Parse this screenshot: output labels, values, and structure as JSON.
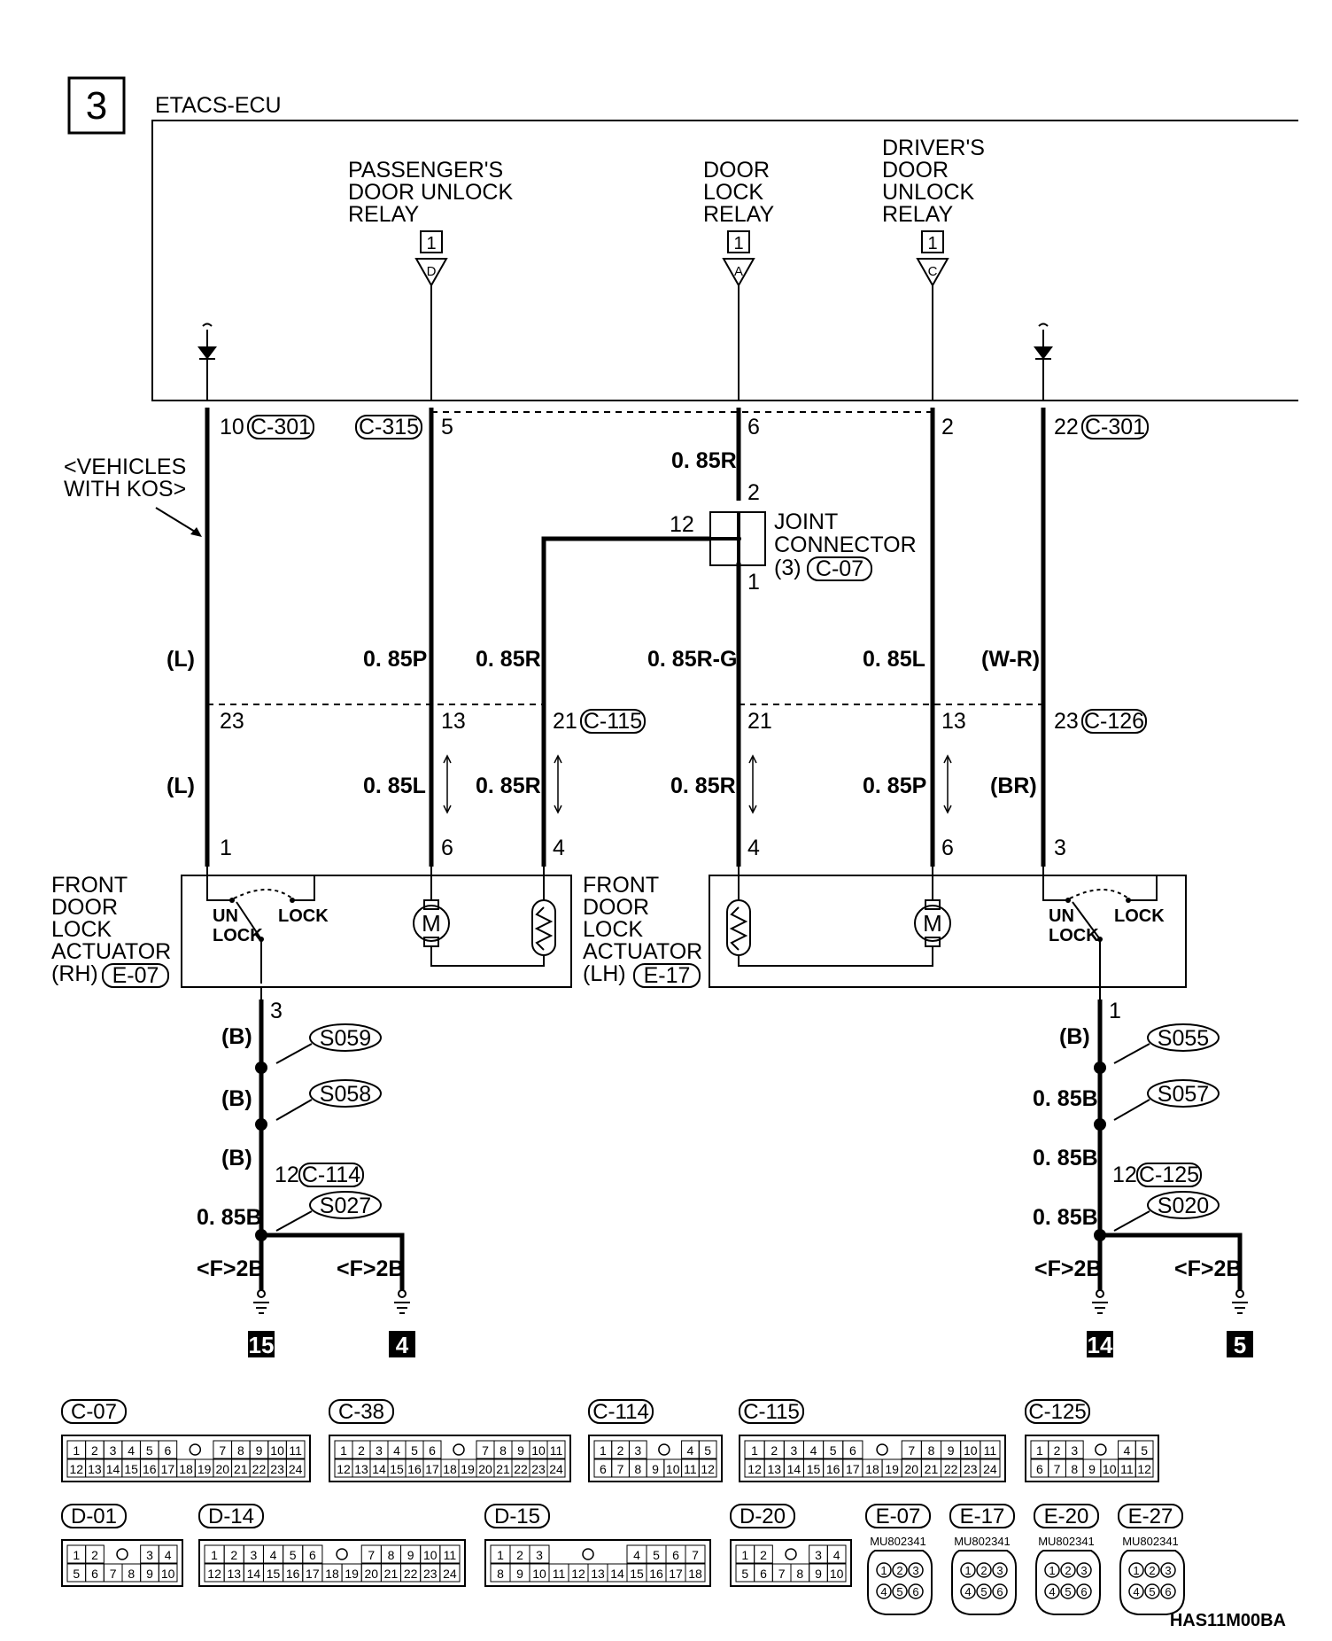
{
  "page_number": "3",
  "ecu_label": "ETACS-ECU",
  "relays": {
    "passenger": {
      "lines": [
        "PASSENGER'S",
        "DOOR UNLOCK",
        "RELAY"
      ],
      "box": "1",
      "arrow": "D"
    },
    "door_lock": {
      "lines": [
        "DOOR",
        "LOCK",
        "RELAY"
      ],
      "box": "1",
      "arrow": "A"
    },
    "driver": {
      "lines": [
        "DRIVER'S",
        "DOOR",
        "UNLOCK",
        "RELAY"
      ],
      "box": "1",
      "arrow": "C"
    }
  },
  "ecu_pins": {
    "p10": "10",
    "c301_left": "C-301",
    "c315": "C-315",
    "p5": "5",
    "p6": "6",
    "p2": "2",
    "p22": "22",
    "c301_right": "C-301"
  },
  "note_kos": [
    "<VEHICLES",
    "WITH KOS>"
  ],
  "joint": {
    "wire_top": "0. 85R",
    "pin2": "2",
    "pin12": "12",
    "pin1": "1",
    "lines": [
      "JOINT",
      "CONNECTOR"
    ],
    "sub": "(3)",
    "code": "C-07"
  },
  "upper_wires": {
    "w1": "(L)",
    "w2": "0. 85P",
    "w3": "0. 85R",
    "w4": "0. 85R-G",
    "w5": "0. 85L",
    "w6": "(W-R)"
  },
  "mid_pins": {
    "p23a": "23",
    "p13a": "13",
    "p21a": "21",
    "c115": "C-115",
    "p21b": "21",
    "p13b": "13",
    "p23b": "23",
    "c126": "C-126"
  },
  "lower_wires": {
    "w1": "(L)",
    "w2": "0. 85L",
    "w3": "0. 85R",
    "w4": "0. 85R",
    "w5": "0. 85P",
    "w6": "(BR)"
  },
  "actuator_pins": {
    "a1": "1",
    "a6": "6",
    "a4": "4",
    "b4": "4",
    "b6": "6",
    "b3": "3"
  },
  "actuator_rh": {
    "lines": [
      "FRONT",
      "DOOR",
      "LOCK",
      "ACTUATOR"
    ],
    "side": "(RH)",
    "code": "E-07",
    "unlock": [
      "UN",
      "LOCK"
    ],
    "lock": "LOCK",
    "motor": "M"
  },
  "actuator_lh": {
    "lines": [
      "FRONT",
      "DOOR",
      "LOCK",
      "ACTUATOR"
    ],
    "side": "(LH)",
    "code": "E-17",
    "unlock": [
      "UN",
      "LOCK"
    ],
    "lock": "LOCK",
    "motor": "M"
  },
  "ground_left": {
    "pin3": "3",
    "b1": "(B)",
    "b2": "(B)",
    "b3": "(B)",
    "s059": "S059",
    "s058": "S058",
    "s027": "S027",
    "pin12": "12",
    "c114": "C-114",
    "w085b": "0. 85B",
    "f2b_a": "<F>2B",
    "f2b_b": "<F>2B",
    "g15": "15",
    "g4": "4"
  },
  "ground_right": {
    "pin1": "1",
    "b1": "(B)",
    "b2": "0. 85B",
    "b3": "0. 85B",
    "s055": "S055",
    "s057": "S057",
    "s020": "S020",
    "pin12": "12",
    "c125": "C-125",
    "w085b": "0. 85B",
    "f2b_a": "<F>2B",
    "f2b_b": "<F>2B",
    "g14": "14",
    "g5": "5"
  },
  "connectors": [
    {
      "code": "C-07",
      "row1": [
        "1",
        "2",
        "3",
        "4",
        "5",
        "6",
        "7",
        "8",
        "9",
        "10",
        "11"
      ],
      "row2": [
        "12",
        "13",
        "14",
        "15",
        "16",
        "17",
        "18",
        "19",
        "20",
        "21",
        "22",
        "23",
        "24"
      ]
    },
    {
      "code": "C-38",
      "row1": [
        "1",
        "2",
        "3",
        "4",
        "5",
        "6",
        "7",
        "8",
        "9",
        "10",
        "11"
      ],
      "row2": [
        "12",
        "13",
        "14",
        "15",
        "16",
        "17",
        "18",
        "19",
        "20",
        "21",
        "22",
        "23",
        "24"
      ]
    },
    {
      "code": "C-114",
      "row1": [
        "1",
        "2",
        "3",
        "4",
        "5"
      ],
      "row2": [
        "6",
        "7",
        "8",
        "9",
        "10",
        "11",
        "12"
      ]
    },
    {
      "code": "C-115",
      "row1": [
        "1",
        "2",
        "3",
        "4",
        "5",
        "6",
        "7",
        "8",
        "9",
        "10",
        "11"
      ],
      "row2": [
        "12",
        "13",
        "14",
        "15",
        "16",
        "17",
        "18",
        "19",
        "20",
        "21",
        "22",
        "23",
        "24"
      ]
    },
    {
      "code": "C-125",
      "row1": [
        "1",
        "2",
        "3",
        "4",
        "5"
      ],
      "row2": [
        "6",
        "7",
        "8",
        "9",
        "10",
        "11",
        "12"
      ]
    },
    {
      "code": "D-01",
      "row1": [
        "1",
        "2",
        "3",
        "4"
      ],
      "row2": [
        "5",
        "6",
        "7",
        "8",
        "9",
        "10"
      ]
    },
    {
      "code": "D-14",
      "row1": [
        "1",
        "2",
        "3",
        "4",
        "5",
        "6",
        "7",
        "8",
        "9",
        "10",
        "11"
      ],
      "row2": [
        "12",
        "13",
        "14",
        "15",
        "16",
        "17",
        "18",
        "19",
        "20",
        "21",
        "22",
        "23",
        "24"
      ]
    },
    {
      "code": "D-15",
      "row1": [
        "1",
        "2",
        "3",
        "4",
        "5",
        "6",
        "7"
      ],
      "row2": [
        "8",
        "9",
        "10",
        "11",
        "12",
        "13",
        "14",
        "15",
        "16",
        "17",
        "18"
      ]
    },
    {
      "code": "D-20",
      "row1": [
        "1",
        "2",
        "3",
        "4"
      ],
      "row2": [
        "5",
        "6",
        "7",
        "8",
        "9",
        "10"
      ]
    },
    {
      "code": "E-07",
      "part": "MU802341",
      "row1": [
        "1",
        "2",
        "3"
      ],
      "row2": [
        "4",
        "5",
        "6"
      ]
    },
    {
      "code": "E-17",
      "part": "MU802341",
      "row1": [
        "1",
        "2",
        "3"
      ],
      "row2": [
        "4",
        "5",
        "6"
      ]
    },
    {
      "code": "E-20",
      "part": "MU802341",
      "row1": [
        "1",
        "2",
        "3"
      ],
      "row2": [
        "4",
        "5",
        "6"
      ]
    },
    {
      "code": "E-27",
      "part": "MU802341",
      "row1": [
        "1",
        "2",
        "3"
      ],
      "row2": [
        "4",
        "5",
        "6"
      ]
    }
  ],
  "figure_code": "HAS11M00BA"
}
